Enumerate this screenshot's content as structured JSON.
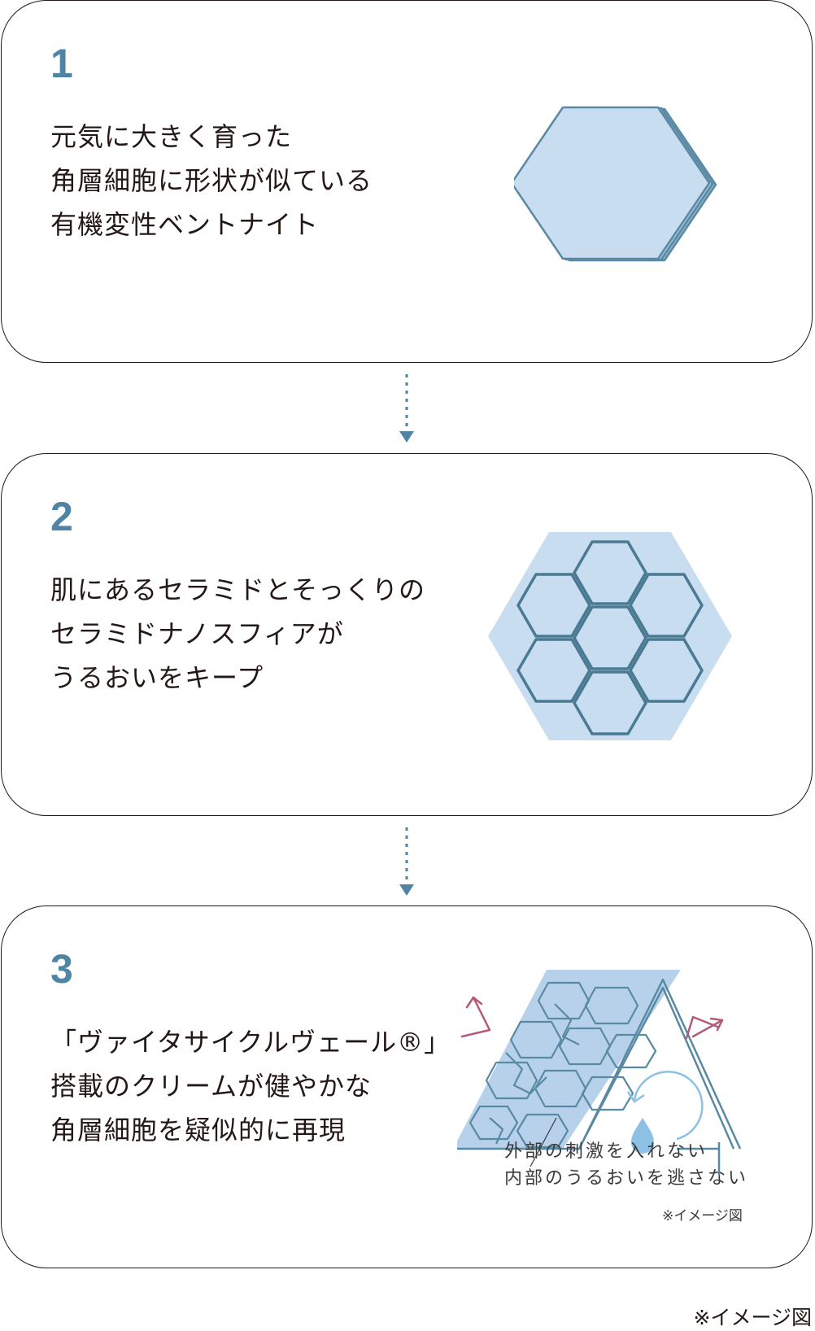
{
  "steps": [
    {
      "number": "1",
      "lines": [
        "元気に大きく育った",
        "角層細胞に形状が似ている",
        "有機変性ベントナイト"
      ]
    },
    {
      "number": "2",
      "lines": [
        "肌にあるセラミドとそっくりの",
        "セラミドナノスフィアが",
        "うるおいをキープ"
      ]
    },
    {
      "number": "3",
      "lines": [
        "「ヴァイタサイクルヴェール®」",
        "搭載のクリームが健やかな",
        "角層細胞を疑似的に再現"
      ]
    }
  ],
  "illustration3": {
    "caption_lines": [
      "外部の刺激を入れない",
      "内部のうるおいを逃さない"
    ],
    "note": "※イメージ図"
  },
  "footnote": "※イメージ図",
  "colors": {
    "accent": "#4f84a4",
    "fill_light": "#c9ddf1",
    "stroke": "#5a8aa3",
    "arrow_red": "#b25a76",
    "text": "#231815"
  },
  "icons": [
    "hexagon-icon",
    "hexagon-cluster-icon",
    "roof-barrier-icon",
    "droplet-icon",
    "cycle-arrow-icon",
    "down-arrow-icon"
  ]
}
